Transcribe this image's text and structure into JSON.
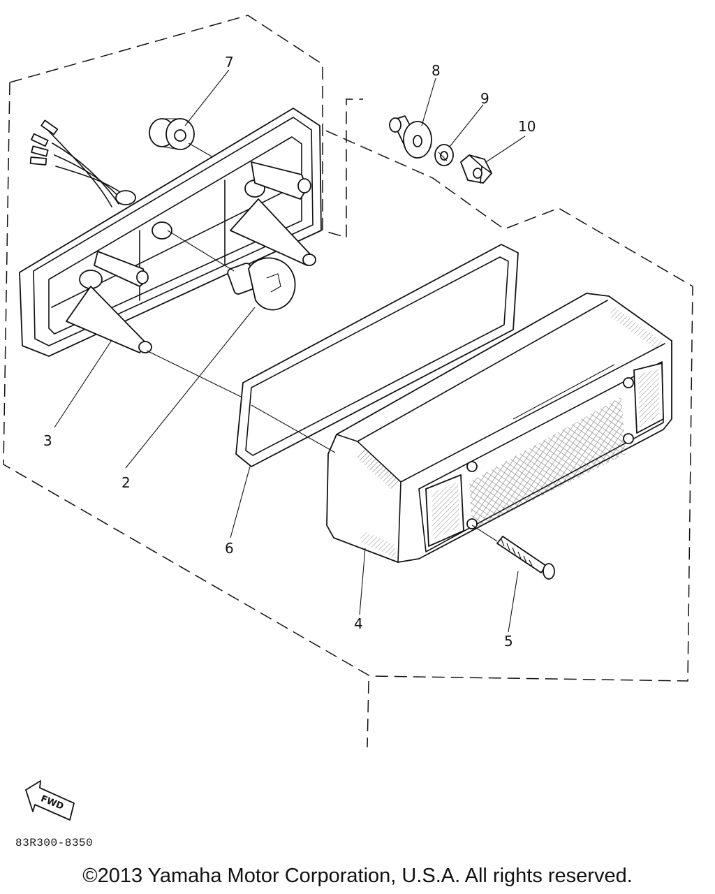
{
  "callouts": [
    {
      "num": "2"
    },
    {
      "num": "3"
    },
    {
      "num": "4"
    },
    {
      "num": "5"
    },
    {
      "num": "6"
    },
    {
      "num": "7"
    },
    {
      "num": "8"
    },
    {
      "num": "9"
    },
    {
      "num": "10"
    }
  ],
  "fwd_arrow": {
    "label": "FWD"
  },
  "drawing_code": "83R300-8350",
  "copyright": "©2013 Yamaha Motor Corporation, U.S.A. All rights reserved."
}
